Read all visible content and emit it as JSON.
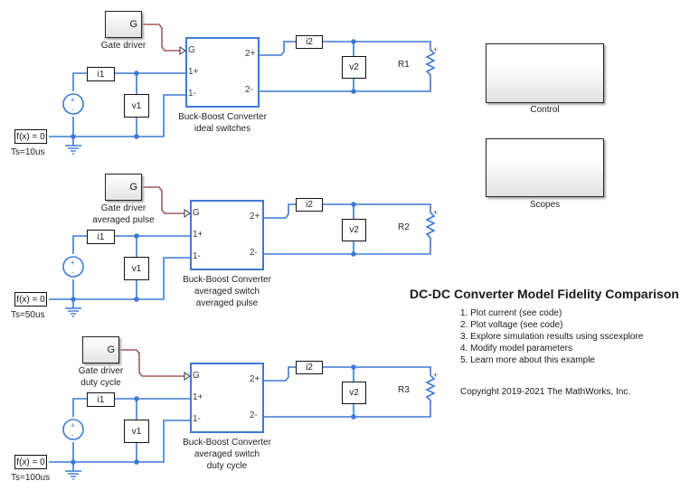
{
  "title": "DC-DC Converter Model Fidelity Comparison",
  "links": [
    "1. Plot current (see code)",
    "2. Plot voltage (see code)",
    "3. Explore simulation results using sscexplore",
    "4. Modify model parameters",
    "5. Learn more about this example"
  ],
  "copyright": "Copyright 2019-2021 The MathWorks, Inc.",
  "subsystems": {
    "control": "Control",
    "scopes": "Scopes"
  },
  "rows": [
    {
      "gate_port": "G",
      "gate_label": [
        "Gate driver"
      ],
      "converter_label": [
        "Buck-Boost Converter",
        "ideal switches"
      ],
      "solver": "f(x) = 0",
      "ts": "Ts=10us",
      "i1": "i1",
      "v1": "v1",
      "i2": "i2",
      "v2": "v2",
      "load": "R1",
      "ports": {
        "g": "G",
        "p1p": "1+",
        "p1m": "1-",
        "p2p": "2+",
        "p2m": "2-"
      }
    },
    {
      "gate_port": "G",
      "gate_label": [
        "Gate driver",
        "averaged pulse"
      ],
      "converter_label": [
        "Buck-Boost Converter",
        "averaged switch",
        "averaged pulse"
      ],
      "solver": "f(x) = 0",
      "ts": "Ts=50us",
      "i1": "i1",
      "v1": "v1",
      "i2": "i2",
      "v2": "v2",
      "load": "R2",
      "ports": {
        "g": "G",
        "p1p": "1+",
        "p1m": "1-",
        "p2p": "2+",
        "p2m": "2-"
      }
    },
    {
      "gate_port": "G",
      "gate_label": [
        "Gate driver",
        "duty cycle"
      ],
      "converter_label": [
        "Buck-Boost Converter",
        "averaged switch",
        "duty cycle"
      ],
      "solver": "f(x) = 0",
      "ts": "Ts=100us",
      "i1": "i1",
      "v1": "v1",
      "i2": "i2",
      "v2": "v2",
      "load": "R3",
      "ports": {
        "g": "G",
        "p1p": "1+",
        "p1m": "1-",
        "p2p": "2+",
        "p2m": "2-"
      }
    }
  ],
  "colors": {
    "wire": "#3d79d4",
    "signal": "#a05a5a",
    "block_border": "#111111"
  }
}
